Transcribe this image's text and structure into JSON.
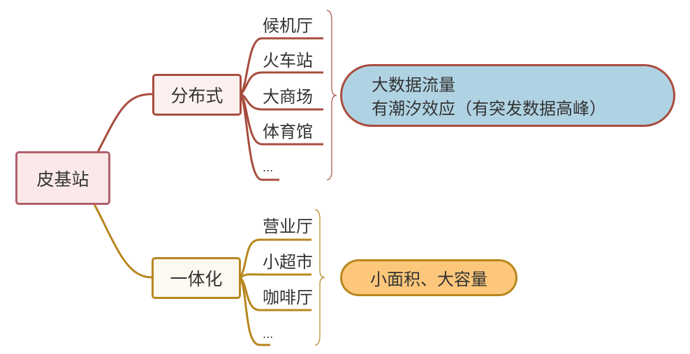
{
  "root": {
    "label": "皮基站"
  },
  "branches": [
    {
      "label": "分布式",
      "color": "#a84c3e",
      "items": [
        "候机厅",
        "火车站",
        "大商场",
        "体育馆",
        "..."
      ],
      "summary": [
        "大数据流量",
        "有潮汐效应（有突发数据高峰）"
      ],
      "summary_fill": "#b0d3e3"
    },
    {
      "label": "一体化",
      "color": "#b8861e",
      "items": [
        "营业厅",
        "小超市",
        "咖啡厅",
        "..."
      ],
      "summary": [
        "小面积、大容量"
      ],
      "summary_fill": "#fcc77a"
    }
  ]
}
